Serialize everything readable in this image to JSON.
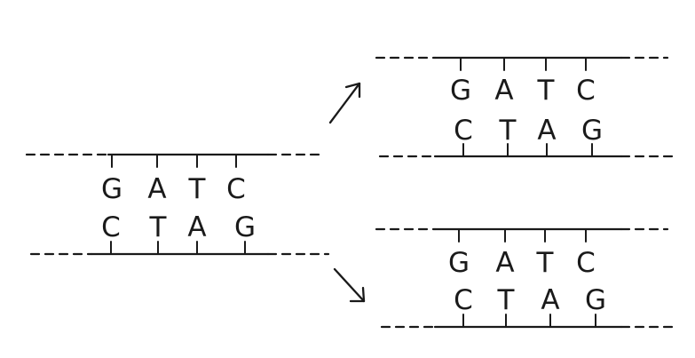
{
  "molecules": [
    {
      "id": "parent",
      "top_strand": [
        "G",
        "A",
        "T",
        "C"
      ],
      "bottom_strand": [
        "C",
        "T",
        "A",
        "G"
      ]
    },
    {
      "id": "daughter-top",
      "top_strand": [
        "G",
        "A",
        "T",
        "C"
      ],
      "bottom_strand": [
        "C",
        "T",
        "A",
        "G"
      ]
    },
    {
      "id": "daughter-bottom",
      "top_strand": [
        "G",
        "A",
        "T",
        "C"
      ],
      "bottom_strand": [
        "C",
        "T",
        "A",
        "G"
      ]
    }
  ],
  "arrows": [
    {
      "from": "parent",
      "to": "daughter-top"
    },
    {
      "from": "parent",
      "to": "daughter-bottom"
    }
  ]
}
